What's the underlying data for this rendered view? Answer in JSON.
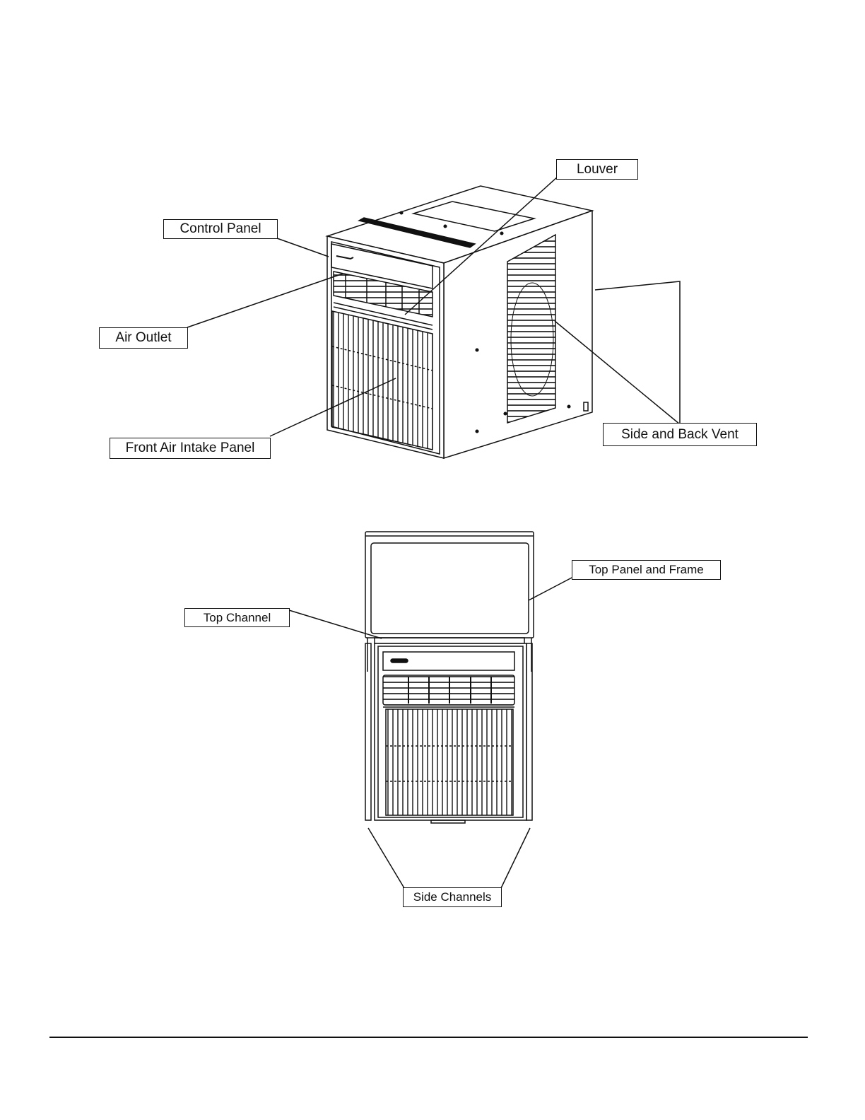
{
  "figure_top": {
    "callouts": {
      "louver": "Louver",
      "control_panel": "Control Panel",
      "air_outlet": "Air Outlet",
      "front_air_intake_panel": "Front Air Intake Panel",
      "side_and_back_vent": "Side and Back Vent"
    }
  },
  "figure_bottom": {
    "callouts": {
      "top_panel_and_frame": "Top Panel and Frame",
      "top_channel": "Top Channel",
      "side_channels": "Side Channels"
    }
  },
  "colors": {
    "line": "#111111",
    "background": "#ffffff"
  }
}
